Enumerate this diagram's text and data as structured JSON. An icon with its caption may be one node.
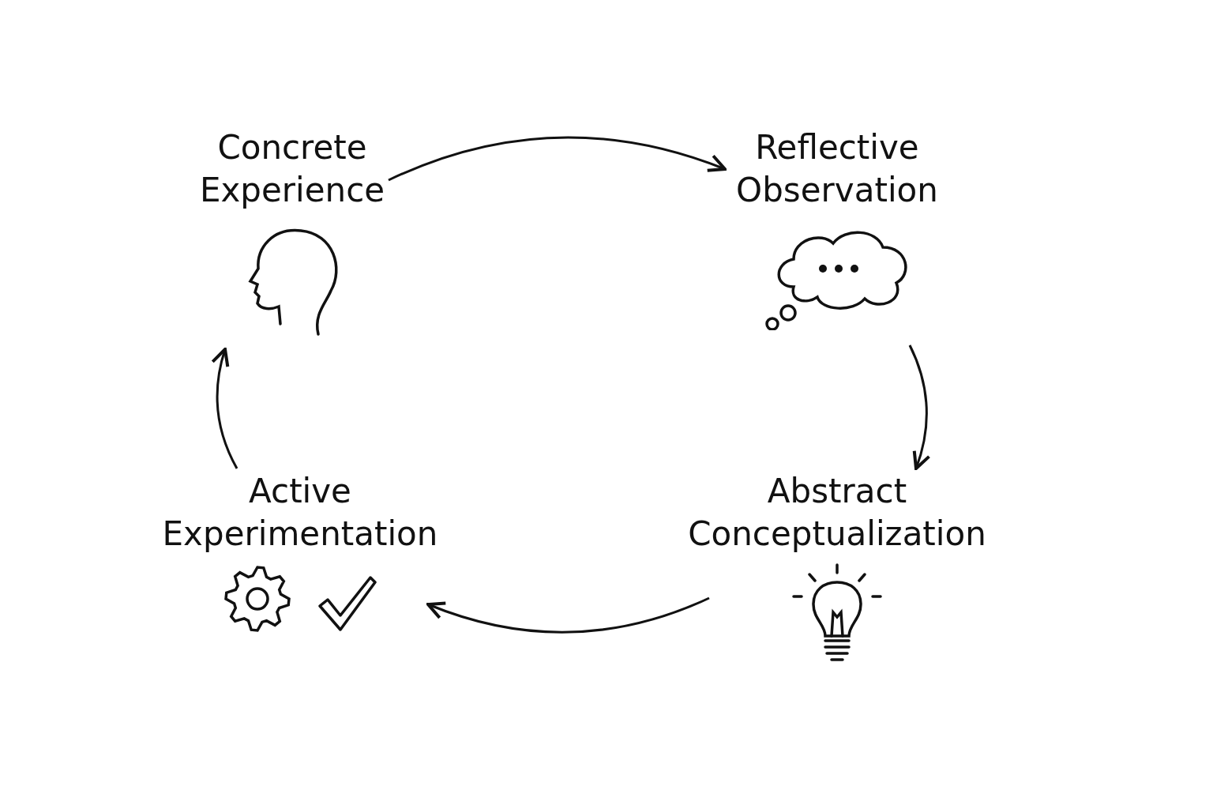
{
  "diagram": {
    "nodes": [
      {
        "text": [
          "Concrete Experience"
        ]
      },
      {
        "text": [
          "Reflective Observation"
        ]
      },
      {
        "text": [
          "Abstract Conceptualization"
        ]
      },
      {
        "text": [
          "Active Experimentation"
        ]
      }
    ],
    "edges": [
      {
        "from": 0,
        "to": 1,
        "arrow": "to"
      },
      {
        "from": 1,
        "to": 2,
        "arrow": "to"
      },
      {
        "from": 2,
        "to": 3,
        "arrow": "to"
      },
      {
        "from": 3,
        "to": 0,
        "arrow": "to"
      }
    ]
  }
}
